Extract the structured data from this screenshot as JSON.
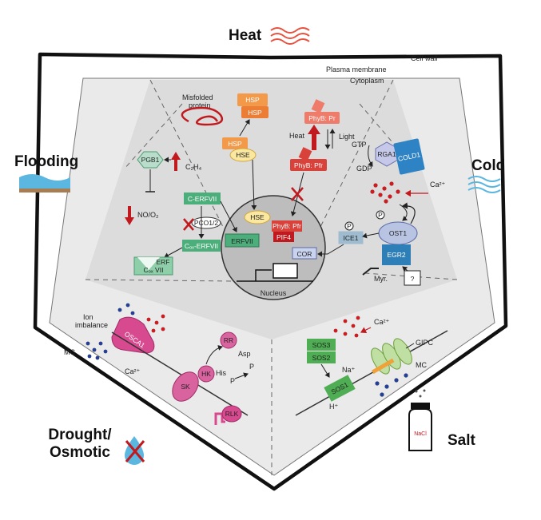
{
  "stresses": {
    "heat": "Heat",
    "cold": "Cold",
    "flooding": "Flooding",
    "salt": "Salt",
    "drought_line1": "Drought/",
    "drought_line2": "Osmotic"
  },
  "compartments": {
    "cell_wall": "Cell wall",
    "plasma_membrane": "Plasma membrane",
    "cytoplasm": "Cytoplasm",
    "nucleus": "Nucleus"
  },
  "heat_panel": {
    "misfolded_1": "Misfolded",
    "misfolded_2": "protein",
    "hsp": "HSP",
    "hse": "HSE",
    "phyb_pr": "PhyB: Pr",
    "phyb_pfr": "PhyB: Pfr",
    "heat": "Heat",
    "light": "Light"
  },
  "flooding_panel": {
    "pgb1": "PGB1",
    "c2h4": "C₂H₄",
    "no_o2": "NO/O₂",
    "c_erfvii": "C-ERFVII",
    "pco": "PCO1/2",
    "cox_erfvii": "Cₒₓ-ERFVII",
    "erfvii": "ERFVII",
    "degraded_1": "ERF",
    "degraded_2": "Cₒₓ  VII"
  },
  "cold_panel": {
    "gtp": "GTP",
    "gdp": "GDP",
    "rga1": "RGA1",
    "cold1": "COLD1",
    "ca": "Ca²⁺",
    "ost1": "OST1",
    "egr2": "EGR2",
    "myr": "Myr.",
    "ice1": "ICE1",
    "p": "P",
    "question": "?"
  },
  "nucleus_panel": {
    "hse": "HSE",
    "phyb_pfr": "PhyB: Pfr",
    "pif4": "PIF4",
    "cor": "COR"
  },
  "drought_panel": {
    "ion_1": "Ion",
    "ion_2": "imbalance",
    "mc": "MC",
    "osca1": "OSCA1",
    "ca": "Ca²⁺",
    "rr": "RR",
    "asp": "Asp",
    "p": "P",
    "hk": "HK",
    "his": "His",
    "sk": "SK",
    "rlk": "RLK"
  },
  "salt_panel": {
    "ca": "Ca²⁺",
    "sos3": "SOS3",
    "sos2": "SOS2",
    "na": "Na⁺",
    "sos1": "SOS1",
    "h": "H⁺",
    "gipc": "GIPC",
    "mc": "MC",
    "nacl": "NaCl"
  },
  "colors": {
    "hsp": "#f29a4a",
    "phyb_pr": "#ef7b6a",
    "phyb_pfr": "#d9423a",
    "erfvii": "#4cae7a",
    "cold1": "#2d83c4",
    "egr2": "#2e7fb8",
    "ost1": "#b9c4e3",
    "rga1": "#c5c8e8",
    "sos": "#4fae53",
    "osca": "#d84a8f",
    "kinase": "#d9639e",
    "red_arrow": "#c0191e",
    "mc_dots": "#263f8e",
    "ca_dots": "#c71e24"
  }
}
